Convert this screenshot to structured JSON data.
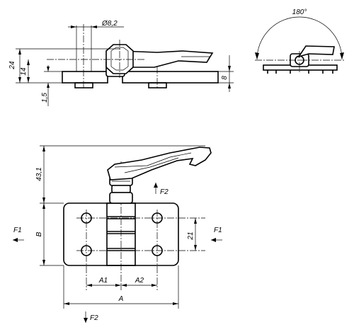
{
  "labels": {
    "dia_hole": "Ø8,2",
    "h24": "24",
    "h14": "14",
    "h1_5": "1,5",
    "h8": "8",
    "angle": "180°",
    "h43_1": "43,1",
    "b": "B",
    "h21": "21",
    "a1": "A1",
    "a2": "A2",
    "a": "A",
    "f1_left": "F1",
    "f1_right": "F1",
    "f2_top": "F2",
    "f2_bottom": "F2"
  }
}
